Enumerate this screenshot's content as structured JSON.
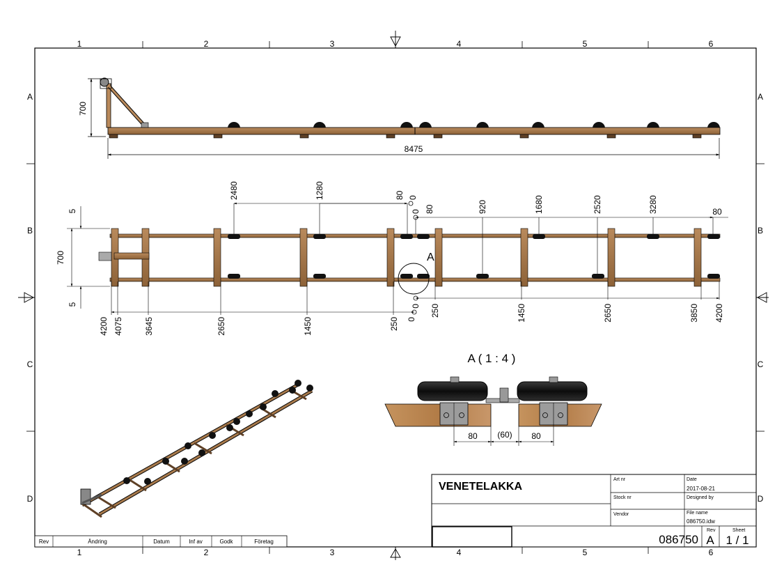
{
  "border": {
    "columns": [
      "1",
      "2",
      "3",
      "4",
      "5",
      "6"
    ],
    "rows": [
      "A",
      "B",
      "C",
      "D"
    ]
  },
  "side_view": {
    "height_dim": "700",
    "length_dim": "8475"
  },
  "top_view": {
    "left_dims": [
      "5",
      "700",
      "5"
    ],
    "top_dims": [
      "2480",
      "1280",
      "80",
      "0",
      "0",
      "80",
      "920",
      "1680",
      "2520",
      "3280",
      "80"
    ],
    "bottom_dims": [
      "4200",
      "4075",
      "3645",
      "2650",
      "1450",
      "250",
      "0",
      "0",
      "250",
      "1450",
      "2650",
      "3850",
      "4200"
    ],
    "callout": "A"
  },
  "detail": {
    "title": "A ( 1 : 4 )",
    "dims": [
      "80",
      "(60)",
      "80"
    ]
  },
  "revision_table": {
    "headers": [
      "Rev",
      "Ändring",
      "Datum",
      "Inf av",
      "Godk",
      "Företag"
    ]
  },
  "title_block": {
    "title": "VENETELAKKA",
    "art_nr_label": "Art nr",
    "stock_nr_label": "Stock nr",
    "vendor_label": "Vendor",
    "date_label": "Date",
    "date_value": "2017-08-21",
    "designed_by_label": "Designed by",
    "file_name_label": "File name",
    "file_name_value": "086750.idw",
    "drawing_number": "086750",
    "rev_label": "Rev",
    "rev_value": "A",
    "sheet_label": "Sheet",
    "sheet_value": "1 / 1"
  }
}
